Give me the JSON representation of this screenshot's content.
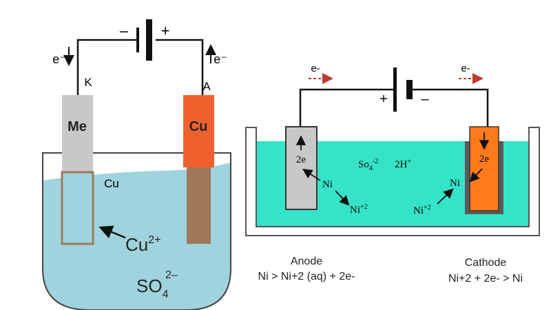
{
  "left_diagram": {
    "terminal_minus": "–",
    "terminal_plus": "+",
    "electron_left": "e⁻",
    "electron_right": "e⁻",
    "label_k": "K",
    "label_a": "A",
    "electrode_me": "Me",
    "electrode_cu": "Cu",
    "deposit_label": "Cu",
    "ion_base": "Cu",
    "ion_charge": "2+",
    "anion_base": "SO",
    "anion_sub": "4",
    "anion_sup": "2–",
    "colors": {
      "solution": "#9fd3dd",
      "me_electrode": "#c8c8c8",
      "cu_electrode": "#f0602e",
      "copper_deposit": "#a0785a",
      "wire": "#111111"
    }
  },
  "right_diagram": {
    "electron_left": "e-",
    "electron_right": "e-",
    "terminal_plus": "+",
    "terminal_minus": "–",
    "anode_electrons": "2e",
    "cathode_electrons": "2e",
    "ni_anode": "Ni",
    "ni_ion_anode": "Ni",
    "ni_ion_anode_charge": "+2",
    "ni_ion_cathode": "Ni",
    "ni_ion_cathode_charge": "+2",
    "ni_cathode": "Ni",
    "sulfate_base": "So",
    "sulfate_sub": "4",
    "sulfate_charge": "-2",
    "hydrogen_ion": "2H",
    "hydrogen_charge": "+",
    "colors": {
      "electrolyte": "#35e4c8",
      "anode": "#c8c8c8",
      "cathode": "#ff7a1a",
      "arrow_red": "#c0392b"
    }
  },
  "captions": {
    "anode_title": "Anode",
    "anode_reaction": "Ni  > Ni+2 (aq) + 2e-",
    "cathode_title": "Cathode",
    "cathode_reaction": "Ni+2 + 2e- > Ni"
  }
}
